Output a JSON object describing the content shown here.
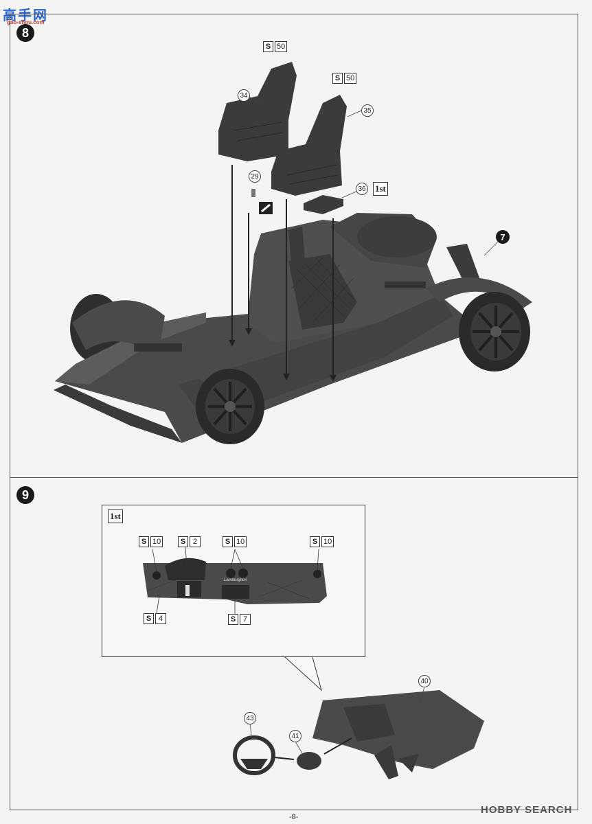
{
  "watermark": {
    "main": "高手网",
    "sub": "gao-shou.com"
  },
  "steps": [
    {
      "number": "8"
    },
    {
      "number": "9"
    }
  ],
  "step_refs": [
    {
      "number": "7"
    }
  ],
  "part_numbers": [
    "34",
    "35",
    "29",
    "36",
    "40",
    "43",
    "41"
  ],
  "paint_codes": {
    "seat_left": {
      "code": "S",
      "num": "50"
    },
    "seat_right": {
      "code": "S",
      "num": "50"
    },
    "dash_a": {
      "code": "S",
      "num": "10"
    },
    "dash_b": {
      "code": "S",
      "num": "2"
    },
    "dash_c": {
      "code": "S",
      "num": "10"
    },
    "dash_d": {
      "code": "S",
      "num": "10"
    },
    "dash_e": {
      "code": "S",
      "num": "4"
    },
    "dash_f": {
      "code": "S",
      "num": "7"
    }
  },
  "first_labels": [
    "1st",
    "1st"
  ],
  "dash_brand_text": "Lamborghini",
  "page_number": "-8-",
  "site_logo": "HOBBY SEARCH",
  "colors": {
    "part_dark": "#3b3b3b",
    "part_mid": "#555555",
    "part_light": "#6e6e6e",
    "frame": "#555555"
  }
}
